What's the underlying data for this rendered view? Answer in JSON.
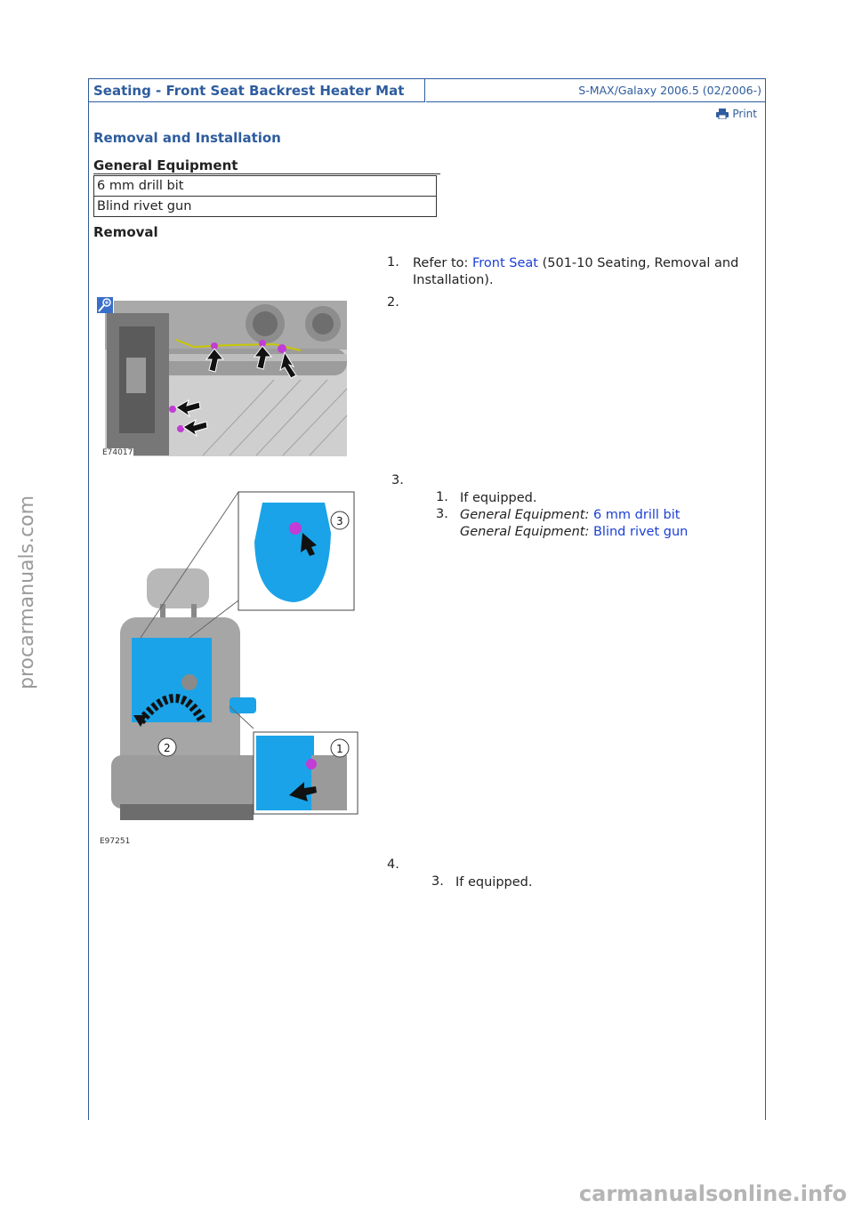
{
  "header": {
    "title": "Seating - Front Seat Backrest Heater Mat",
    "model": "S-MAX/Galaxy 2006.5 (02/2006-)"
  },
  "print_label": "Print",
  "section_title": "Removal and Installation",
  "equipment": {
    "heading": "General Equipment",
    "items": [
      "6 mm drill bit",
      "Blind rivet gun"
    ]
  },
  "removal_heading": "Removal",
  "steps": {
    "s1": {
      "num": "1.",
      "prefix": "Refer to: ",
      "link": "Front Seat",
      "suffix": " (501-10 Seating, Removal and Installation)."
    },
    "s2": {
      "num": "2.",
      "figure_code": "E74017"
    },
    "s3": {
      "num": "3.",
      "figure_code": "E97251",
      "sub1": {
        "num": "1.",
        "text": "If equipped."
      },
      "sub3": {
        "num": "3.",
        "label": "General Equipment:",
        "link": "6 mm drill bit"
      },
      "sub3b": {
        "label": "General Equipment:",
        "link": "Blind rivet gun"
      },
      "callouts": [
        "3",
        "2",
        "1"
      ]
    },
    "s4": {
      "num": "4.",
      "sub": {
        "num": "3.",
        "text": "If equipped."
      }
    }
  },
  "watermarks": {
    "side": "procarmanuals.com",
    "bottom": "carmanualsonline.info"
  },
  "colors": {
    "accent": "#2e5c9e",
    "link": "#1a3fd6",
    "component": "#1aa3e8",
    "marker": "#c23cd6"
  }
}
